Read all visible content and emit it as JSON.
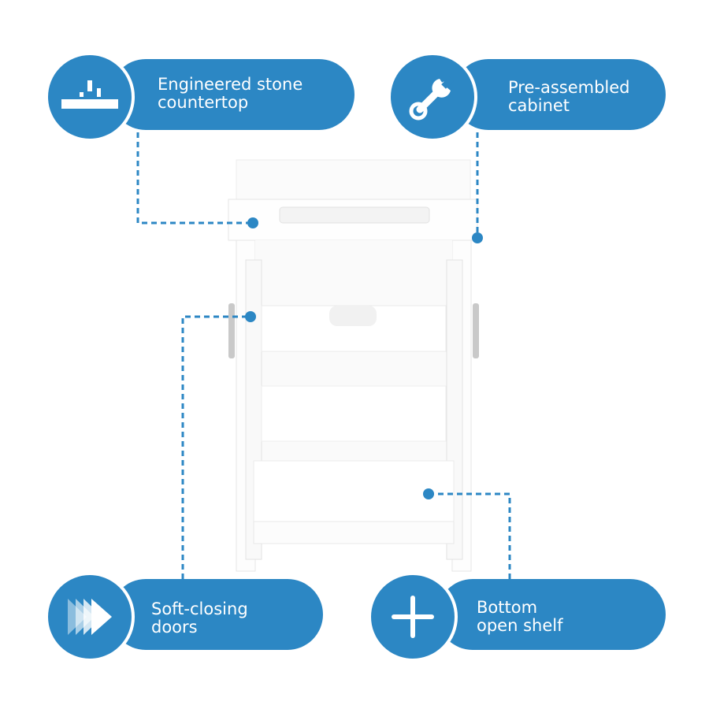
{
  "accent_color": "#2c87c4",
  "features": [
    {
      "id": "countertop",
      "icon": "countertop-icon",
      "lines": [
        "Engineered stone",
        "countertop"
      ]
    },
    {
      "id": "cabinet",
      "icon": "wrench-icon",
      "lines": [
        "Pre-assembled",
        "cabinet"
      ]
    },
    {
      "id": "doors",
      "icon": "fast-forward-icon",
      "lines": [
        "Soft-closing",
        "doors"
      ]
    },
    {
      "id": "shelf",
      "icon": "plus-icon",
      "lines": [
        "Bottom",
        "open shelf"
      ]
    }
  ]
}
